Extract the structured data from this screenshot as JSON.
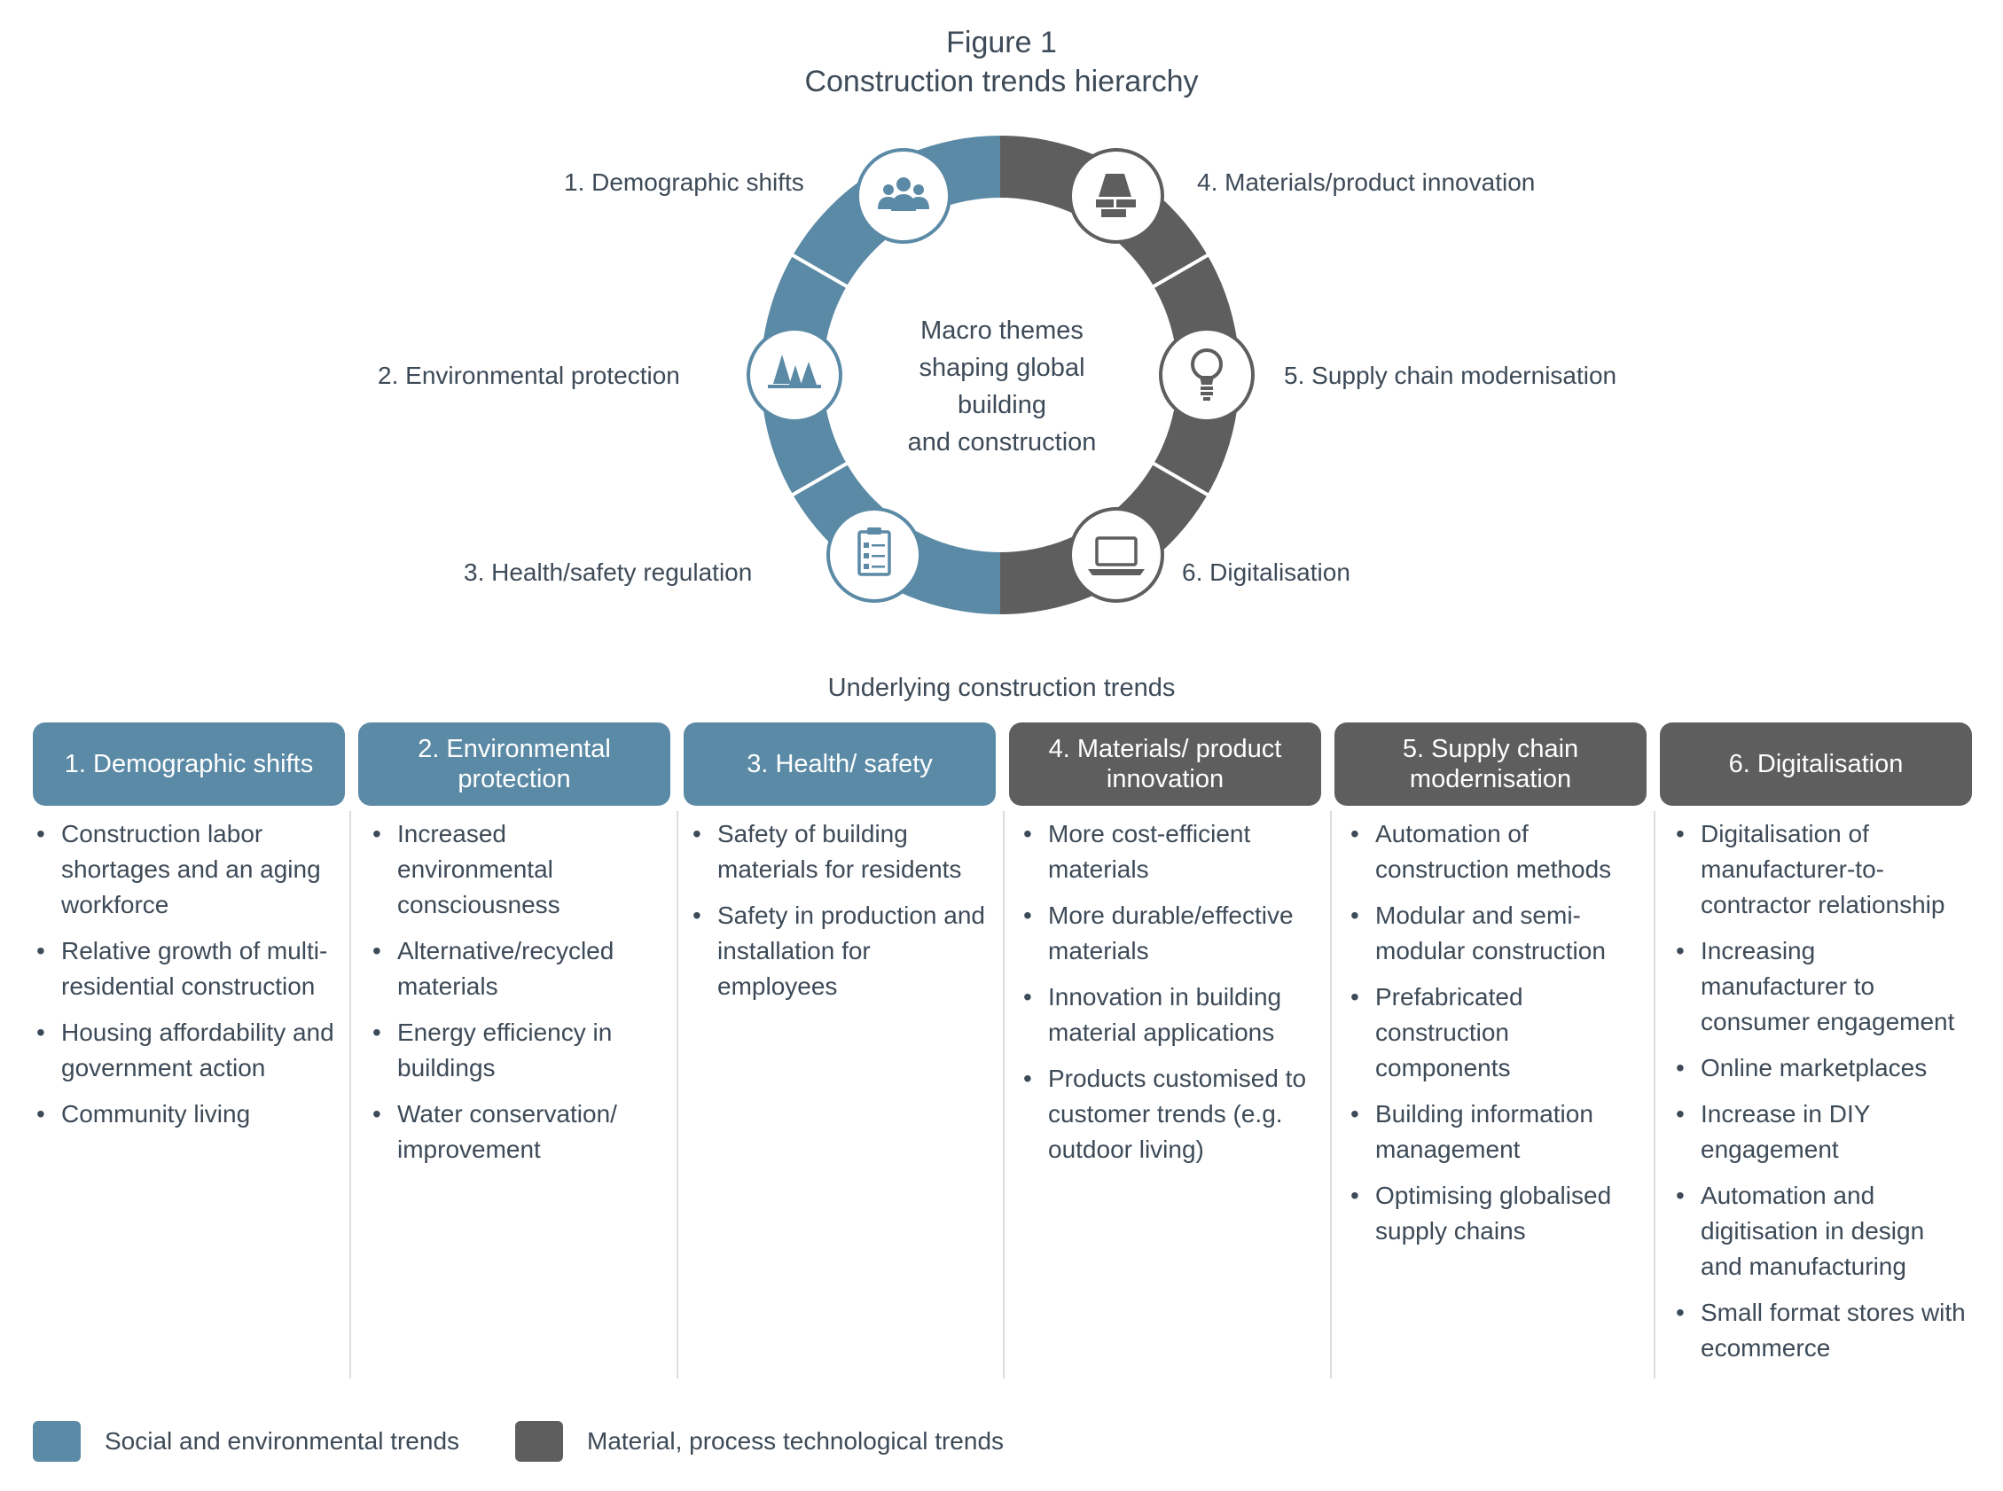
{
  "figure": {
    "title": "Figure 1",
    "subtitle": "Construction trends hierarchy"
  },
  "colors": {
    "social": "#5b8aa6",
    "material": "#5e5e5e",
    "text": "#3d4a57",
    "divider": "#dcdcdc"
  },
  "center_text": [
    "Macro themes",
    "shaping global",
    "building",
    "and construction"
  ],
  "themes": [
    {
      "number": "1.",
      "label": "Demographic shifts",
      "icon": "people-group-icon",
      "group": "social"
    },
    {
      "number": "2.",
      "label": "Environmental protection",
      "icon": "trees-icon",
      "group": "social"
    },
    {
      "number": "3.",
      "label": "Health/safety regulation",
      "icon": "clipboard-checklist-icon",
      "group": "social"
    },
    {
      "number": "4.",
      "label": "Materials/product innovation",
      "icon": "building-materials-icon",
      "group": "material"
    },
    {
      "number": "5.",
      "label": "Supply chain modernisation",
      "icon": "lightbulb-icon",
      "group": "material"
    },
    {
      "number": "6.",
      "label": "Digitalisation",
      "icon": "laptop-icon",
      "group": "material"
    }
  ],
  "section_heading": "Underlying construction trends",
  "columns": [
    {
      "header": "1. Demographic shifts",
      "group": "social",
      "items": [
        "Construction labor shortages and an aging workforce",
        "Relative growth of multi-residential construction",
        "Housing affordability and government action",
        "Community living"
      ]
    },
    {
      "header": "2. Environmental protection",
      "group": "social",
      "items": [
        "Increased environmental consciousness",
        "Alternative/recycled materials",
        "Energy efficiency in buildings",
        "Water conservation/ improvement"
      ]
    },
    {
      "header": "3. Health/ safety",
      "group": "social",
      "items": [
        "Safety of building materials for residents",
        "Safety in production and installation for employees"
      ]
    },
    {
      "header": "4. Materials/ product innovation",
      "group": "material",
      "items": [
        "More cost-efficient materials",
        "More durable/effective materials",
        "Innovation in building material applications",
        "Products customised to customer trends (e.g. outdoor living)"
      ]
    },
    {
      "header": "5. Supply chain modernisation",
      "group": "material",
      "items": [
        "Automation of construction methods",
        "Modular and semi-modular construction",
        "Prefabricated construction components",
        "Building information management",
        "Optimising globalised supply chains"
      ]
    },
    {
      "header": "6. Digitalisation",
      "group": "material",
      "items": [
        "Digitalisation of manufacturer-to-contractor relationship",
        "Increasing manufacturer to consumer engagement",
        "Online marketplaces",
        "Increase in DIY engagement",
        "Automation and digitisation in design and manufacturing",
        "Small format stores with ecommerce"
      ]
    }
  ],
  "legend": [
    {
      "label": "Social and environmental trends",
      "group": "social"
    },
    {
      "label": "Material, process technological trends",
      "group": "material"
    }
  ]
}
